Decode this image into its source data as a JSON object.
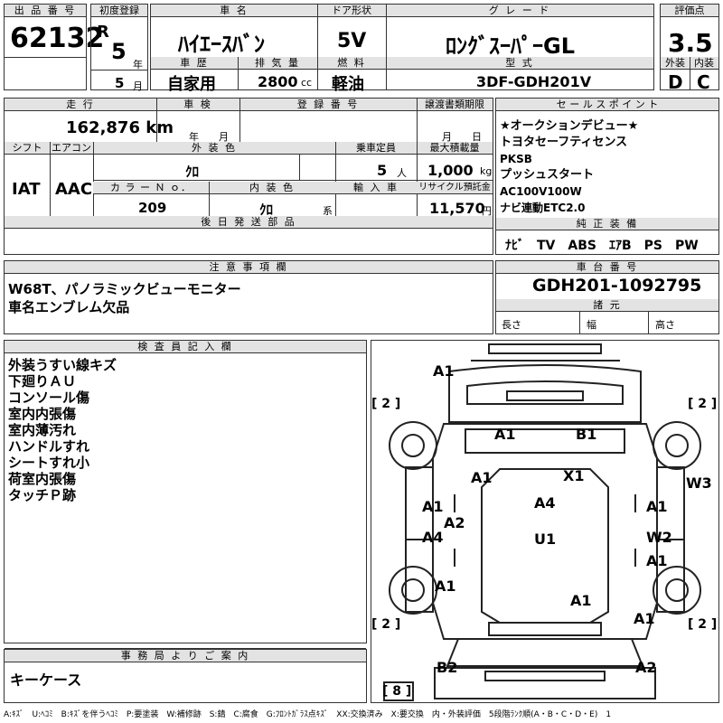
{
  "labels": {
    "lot_no": "出 品 番 号",
    "first_reg": "初度登録",
    "car_name": "車 名",
    "door": "ドア形状",
    "grade": "グ レ ー ド",
    "score": "評価点",
    "history": "車 歴",
    "displacement": "排 気 量",
    "fuel": "燃 料",
    "model": "型 式",
    "ext": "外装",
    "int": "内装",
    "year_unit": "年",
    "month_unit": "月",
    "cc": "cc",
    "mileage": "走 行",
    "inspection": "車 検",
    "reg_no": "登 録 番 号",
    "transfer": "譲渡書類期限",
    "year_month": "年　　月",
    "month_day": "月　　日",
    "shift": "シフト",
    "aircon": "エアコン",
    "ext_color": "外 装 色",
    "capacity": "乗車定員",
    "max_load": "最大積載量",
    "color_no": "カ ラ ー Ｎ ｏ．",
    "int_color": "内 装 色",
    "import": "輸 入 車",
    "recycle": "リサイクル預託金",
    "later_parts": "後 日 発 送 部 品",
    "sales_point": "セ ー ル ス ポ イ ン ト",
    "equipment": "純 正 装 備",
    "notes": "注 意 事 項 欄",
    "chassis": "車 台 番 号",
    "specs": "諸 元",
    "length": "長さ",
    "width": "幅",
    "height": "高さ",
    "inspector": "検 査 員 記 入 欄",
    "office": "事 務 局 よ り ご 案 内",
    "nin": "人",
    "kg": "kg",
    "yen": "円",
    "kei": "系"
  },
  "values": {
    "lot_no": "62132",
    "reg_prefix": "R",
    "year": "5",
    "month": "5",
    "car_name": "ﾊｲｴｰｽﾊﾞﾝ",
    "door": "5V",
    "grade": "ﾛﾝｸﾞｽｰﾊﾟｰGL",
    "score": "3.5",
    "ext_score": "D",
    "int_score": "C",
    "history": "自家用",
    "displacement": "2800",
    "fuel": "軽油",
    "model": "3DF-GDH201V",
    "mileage": "162,876 km",
    "shift": "IAT",
    "aircon": "AAC",
    "ext_color": "ｸﾛ",
    "capacity": "5",
    "max_load": "1,000",
    "color_no": "209",
    "int_color": "ｸﾛ",
    "recycle": "11,570",
    "equipment": "ﾅﾋﾞ　TV　ABS　ｴｱB　PS　PW",
    "notes_1": "W68T、パノラミックビューモニター",
    "notes_2": "車名エンブレム欠品",
    "chassis": "GDH201-1092795",
    "office_note": "キーケース"
  },
  "sales_points": [
    "★オークションデビュー★",
    "トヨタセーフティセンス",
    "PKSB",
    "プッシュスタート",
    "AC100V100W",
    "ナビ連動ETC2.0"
  ],
  "inspector_notes": [
    "外装うすい線キズ",
    "下廻りＡＵ",
    "コンソール傷",
    "室内内張傷",
    "室内薄汚れ",
    "ハンドルすれ",
    "シートすれ小",
    "荷室内張傷",
    "タッチＰ跡"
  ],
  "diagram": {
    "a1_rear_top": "A1",
    "front_left_door_roof": "A1",
    "roof_b1": "B1",
    "pillar_a1": "A1",
    "x1": "X1",
    "w3": "W3",
    "left_a1": "A1",
    "left_a2": "A2",
    "center_a4": "A4",
    "right_a1": "A1",
    "left_a4": "A4",
    "u1": "U1",
    "w2": "W2",
    "right_a1_b": "A1",
    "left_a1_b": "A1",
    "hood_a1": "A1",
    "front_a1": "A1",
    "b2": "B2",
    "a2": "A2",
    "tire_tl": "[ 2 ]",
    "tire_tr": "[ 2 ]",
    "tire_bl": "[ 2 ]",
    "tire_br": "[ 2 ]",
    "spare": "[ 8 ]"
  },
  "legend": "A:ｷｽﾞ　U:ﾍｺﾐ　B:ｷｽﾞを伴うﾍｺﾐ　P:要塗装　W:補修跡　S:錆　C:腐食　G:ﾌﾛﾝﾄｶﾞﾗｽ点ｷｽﾞ　XX:交換済み　X:要交換　内・外装評価　5段階ﾗﾝｸ順(A・B・C・D・E)　1"
}
